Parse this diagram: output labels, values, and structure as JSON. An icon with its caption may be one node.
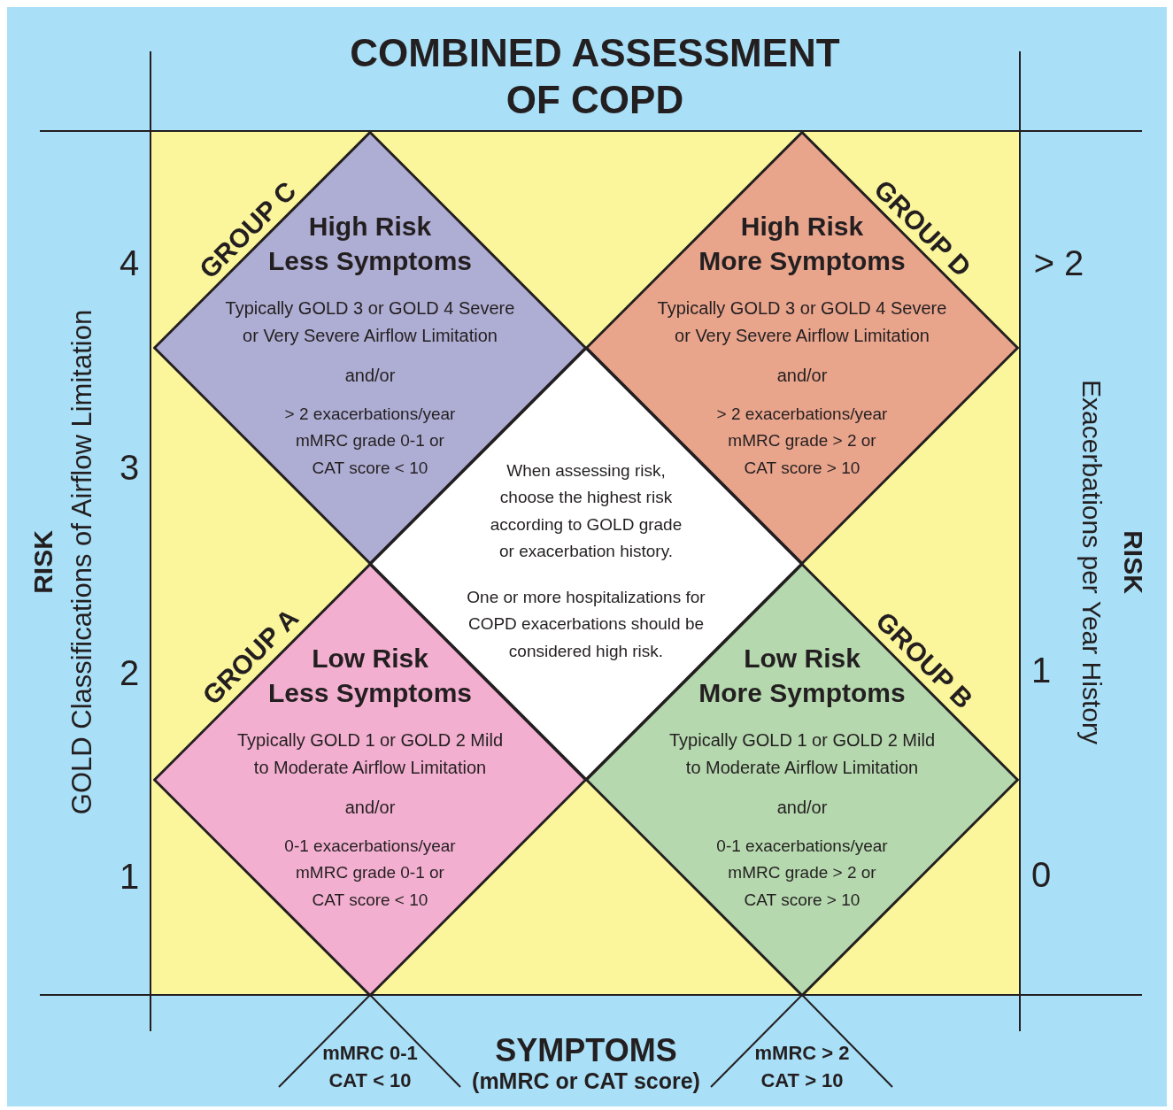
{
  "diagram": {
    "title": "COMBINED ASSESSMENT OF COPD",
    "nodes": [
      {
        "text": [
          "GROUP C",
          "High Risk Less Symptoms",
          "Typically GOLD 3 or GOLD 4 Severe or Very Severe Airflow Limitation",
          "and/or",
          "> 2 exacerbations/year mMRC grade 0-1 or CAT score < 10"
        ]
      },
      {
        "text": [
          "GROUP D",
          "High Risk More Symptoms",
          "Typically GOLD 3 or GOLD 4 Severe or Very Severe Airflow Limitation",
          "and/or",
          "> 2 exacerbations/year mMRC grade > 2 or CAT score > 10"
        ]
      },
      {
        "text": [
          "When assessing risk, choose the highest risk according to GOLD grade or exacerbation history.",
          "One or more hospitalizations for COPD exacerbations should be considered high risk."
        ]
      },
      {
        "text": [
          "GROUP A",
          "Low Risk Less Symptoms",
          "Typically GOLD 1 or GOLD 2 Mild to Moderate Airflow Limitation",
          "and/or",
          "0-1 exacerbations/year mMRC grade 0-1 or CAT score < 10"
        ]
      },
      {
        "text": [
          "GROUP B",
          "Low Risk More Symptoms",
          "Typically GOLD 1 or GOLD 2 Mild to Moderate Airflow Limitation",
          "and/or",
          "0-1 exacerbations/year mMRC grade > 2 or CAT score > 10"
        ]
      }
    ],
    "labels": [
      "RISK",
      "GOLD Classifications of Airflow Limitation",
      "4",
      "3",
      "2",
      "1",
      "> 2",
      "1",
      "0",
      "Exacerbations per Year History",
      "RISK",
      "mMRC 0-1 CAT < 10",
      "SYMPTOMS",
      "(mMRC or CAT score)",
      "mMRC > 2 CAT > 10"
    ]
  }
}
